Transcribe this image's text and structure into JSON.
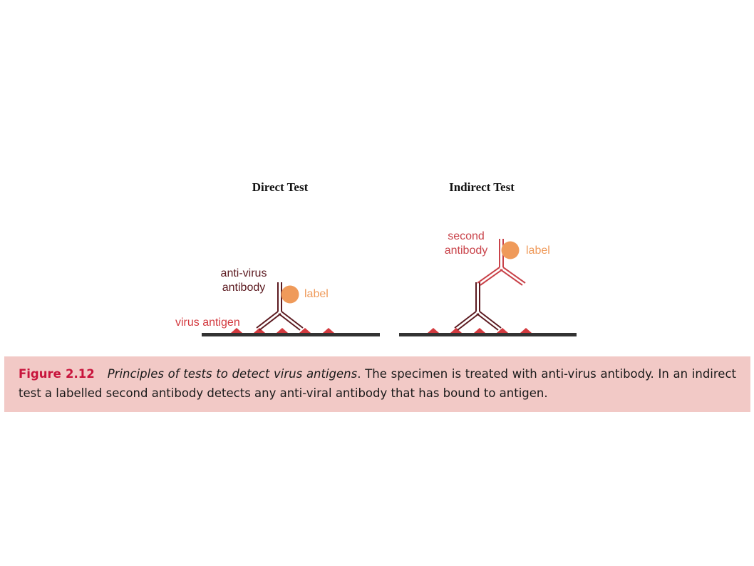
{
  "colors": {
    "antibody": "#5c1a20",
    "second_antibody": "#c9434a",
    "antigen": "#d33a3f",
    "label": "#ef9a5a",
    "surface": "#333333",
    "caption_bg": "#f2c9c6",
    "figure_number": "#c8143c"
  },
  "direct": {
    "title": "Direct Test",
    "antibody_label_line1": "anti-virus",
    "antibody_label_line2": "antibody",
    "label_text": "label",
    "antigen_text": "virus antigen"
  },
  "indirect": {
    "title": "Indirect Test",
    "second_label_line1": "second",
    "second_label_line2": "antibody",
    "label_text": "label"
  },
  "caption": {
    "figure_number": "Figure 2.12",
    "title": "Principles of tests to detect virus antigens",
    "text": ". The specimen is treated with anti-virus antibody. In an indirect test a labelled second antibody detects any anti-viral antibody that has bound to antigen."
  }
}
